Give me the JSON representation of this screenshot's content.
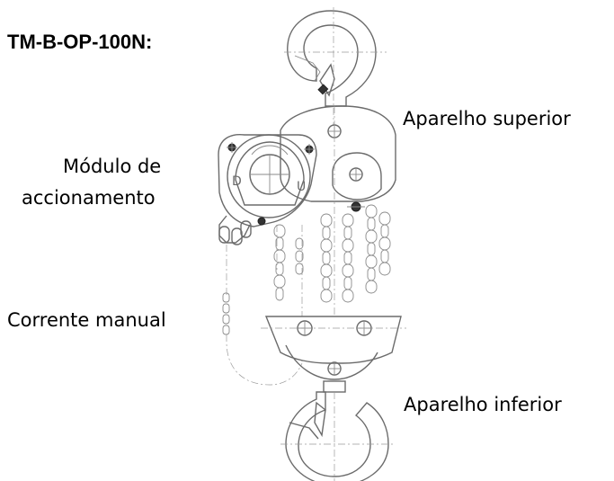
{
  "model": "TM-B-OP-100N:",
  "labels": {
    "upper": "Aparelho superior",
    "drive_line1": "Módulo de",
    "drive_line2": "accionamento",
    "hand_chain": "Corrente manual",
    "lower": "Aparelho inferior"
  },
  "drive_letters": {
    "left": "D",
    "right": "U"
  }
}
